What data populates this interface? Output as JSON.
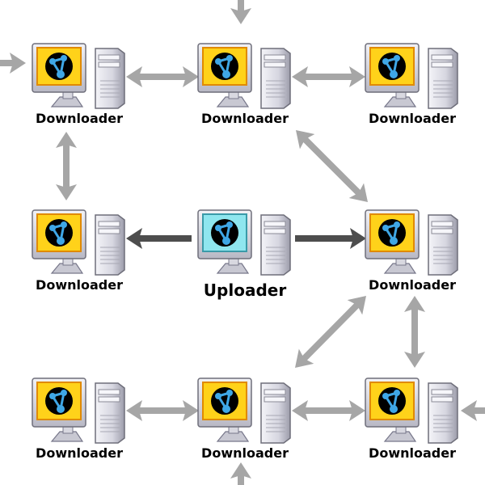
{
  "diagram": {
    "colors": {
      "background": "#ffffff",
      "peer_arrow": "#a6a6a6",
      "upload_arrow": "#4d4d4d",
      "downloader_screen": "#ffd21a",
      "uploader_screen": "#8fe6ef",
      "node_icon": "#000000",
      "node_icon_accent": "#3fa7e6",
      "case_body": "#dcdce6"
    },
    "nodes": [
      {
        "id": "n-tl",
        "role": "downloader",
        "label": "Downloader",
        "icon": "network-computer-icon"
      },
      {
        "id": "n-tc",
        "role": "downloader",
        "label": "Downloader",
        "icon": "network-computer-icon"
      },
      {
        "id": "n-tr",
        "role": "downloader",
        "label": "Downloader",
        "icon": "network-computer-icon"
      },
      {
        "id": "n-ml",
        "role": "downloader",
        "label": "Downloader",
        "icon": "network-computer-icon"
      },
      {
        "id": "n-mc",
        "role": "uploader",
        "label": "Uploader",
        "icon": "network-computer-icon"
      },
      {
        "id": "n-mr",
        "role": "downloader",
        "label": "Downloader",
        "icon": "network-computer-icon"
      },
      {
        "id": "n-bl",
        "role": "downloader",
        "label": "Downloader",
        "icon": "network-computer-icon"
      },
      {
        "id": "n-bc",
        "role": "downloader",
        "label": "Downloader",
        "icon": "network-computer-icon"
      },
      {
        "id": "n-br",
        "role": "downloader",
        "label": "Downloader",
        "icon": "network-computer-icon"
      }
    ],
    "edges": [
      {
        "from": "n-tl",
        "to": "n-tc",
        "style": "peer",
        "direction": "both"
      },
      {
        "from": "n-tc",
        "to": "n-tr",
        "style": "peer",
        "direction": "both"
      },
      {
        "from": "n-tl",
        "to": "n-ml",
        "style": "peer",
        "direction": "both"
      },
      {
        "from": "n-tc",
        "to": "n-mr",
        "style": "peer",
        "direction": "both"
      },
      {
        "from": "n-mc",
        "to": "n-ml",
        "style": "upload",
        "direction": "forward"
      },
      {
        "from": "n-mc",
        "to": "n-mr",
        "style": "upload",
        "direction": "forward"
      },
      {
        "from": "n-mr",
        "to": "n-bc",
        "style": "peer",
        "direction": "both"
      },
      {
        "from": "n-mr",
        "to": "n-br",
        "style": "peer",
        "direction": "both"
      },
      {
        "from": "n-bl",
        "to": "n-bc",
        "style": "peer",
        "direction": "both"
      },
      {
        "from": "n-bc",
        "to": "n-br",
        "style": "peer",
        "direction": "both"
      },
      {
        "from": "offscreen-left",
        "to": "n-tl",
        "style": "peer",
        "direction": "forward"
      },
      {
        "from": "offscreen-top",
        "to": "n-tc",
        "style": "peer",
        "direction": "forward"
      },
      {
        "from": "offscreen-right",
        "to": "n-br",
        "style": "peer",
        "direction": "forward"
      },
      {
        "from": "offscreen-bottom",
        "to": "n-bc",
        "style": "peer",
        "direction": "forward"
      }
    ]
  }
}
